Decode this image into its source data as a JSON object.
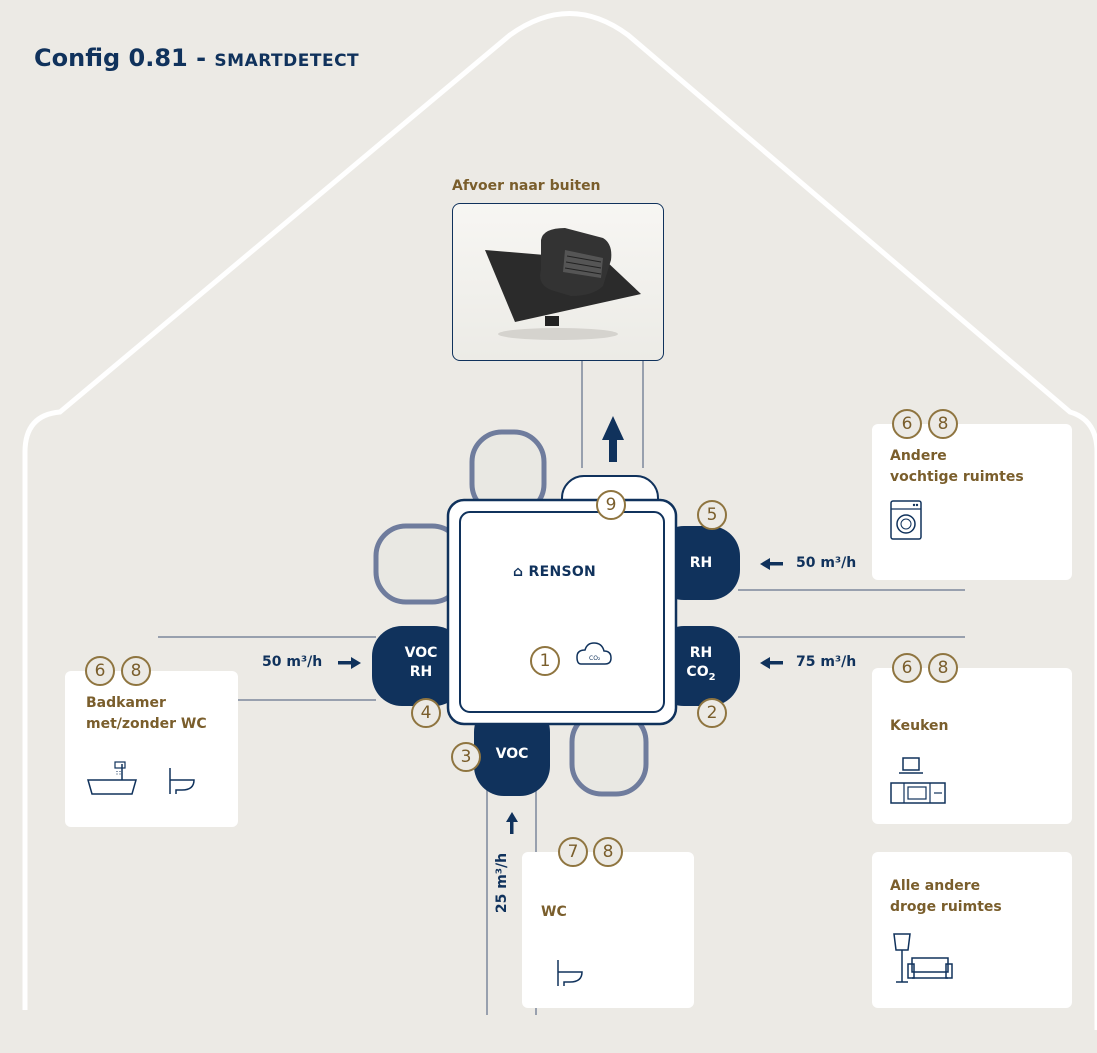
{
  "title": {
    "main": "Config 0.81 -",
    "sub": "SMARTDETECT"
  },
  "outlet": {
    "label": "Afvoer naar buiten"
  },
  "unit": {
    "brand": "RENSON"
  },
  "ports": {
    "top_right": "RH",
    "right_upper": "RH",
    "right_lower": "CO",
    "right_lower_sub": "2",
    "left_upper": "VOC",
    "left_lower": "RH",
    "bottom": "VOC"
  },
  "numbers": {
    "n1": "1",
    "n2": "2",
    "n3": "3",
    "n4": "4",
    "n5": "5",
    "n9": "9",
    "bath_a": "6",
    "bath_b": "8",
    "other_wet_a": "6",
    "other_wet_b": "8",
    "kitchen_a": "6",
    "kitchen_b": "8",
    "wc_a": "7",
    "wc_b": "8"
  },
  "flows": {
    "other_wet": "50 m³/h",
    "kitchen": "75 m³/h",
    "bath": "50 m³/h",
    "wc": "25 m³/h"
  },
  "rooms": {
    "bath": "Badkamer\nmet/zonder WC",
    "other_wet": "Andere\nvochtige ruimtes",
    "kitchen": "Keuken",
    "wc": "WC",
    "dry": "Alle andere\ndroge ruimtes"
  },
  "icons": {
    "co2": "co2-cloud-icon",
    "washer": "washing-machine-icon",
    "bath": "bathtub-icon",
    "toilet": "toilet-icon",
    "hood": "cooker-hood-icon",
    "kitchen": "kitchen-cabinet-icon",
    "lamp": "floor-lamp-icon",
    "sofa": "sofa-icon",
    "arrow": "arrow-icon",
    "roof_outlet": "roof-outlet-image"
  },
  "colors": {
    "navy": "#10325C",
    "gold": "#8F7540",
    "duct": "#6F7C9D",
    "background": "#ECEAE5"
  }
}
